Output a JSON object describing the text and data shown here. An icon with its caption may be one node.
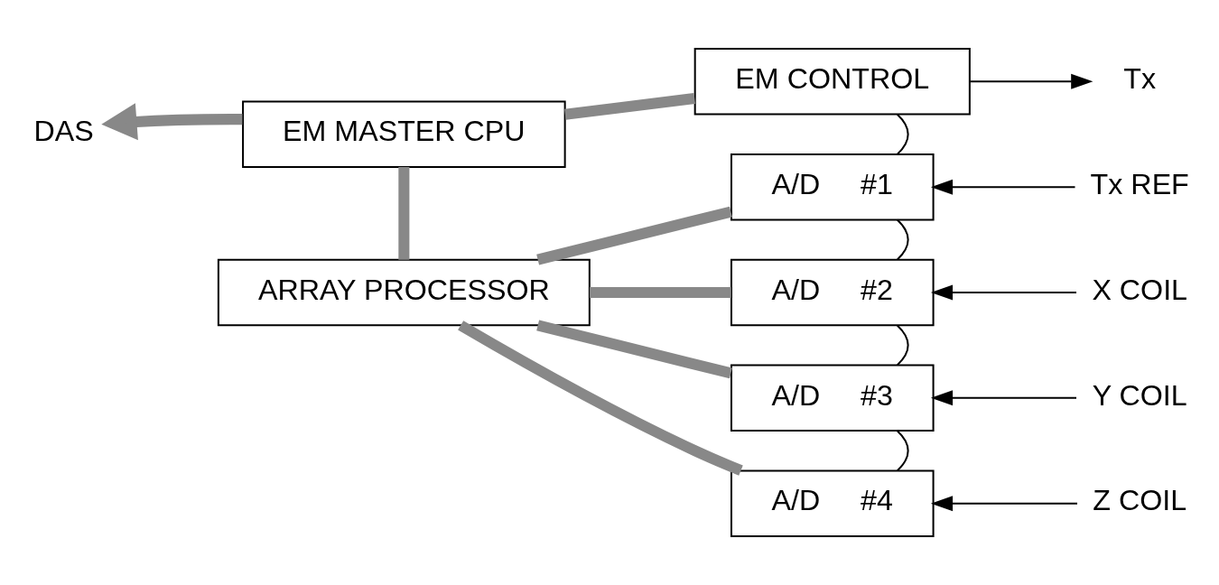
{
  "diagram": {
    "nodes": [
      {
        "text": [
          "EM MASTER CPU"
        ]
      },
      {
        "text": [
          "EM CONTROL"
        ]
      },
      {
        "text": [
          "ARRAY PROCESSOR"
        ]
      },
      {
        "text": [
          "A/D",
          "#1"
        ]
      },
      {
        "text": [
          "A/D",
          "#2"
        ]
      },
      {
        "text": [
          "A/D",
          "#3"
        ]
      },
      {
        "text": [
          "A/D",
          "#4"
        ]
      },
      {
        "text": [
          "DAS"
        ]
      },
      {
        "text": [
          "Tx"
        ]
      },
      {
        "text": [
          "Tx REF"
        ]
      },
      {
        "text": [
          "X COIL"
        ]
      },
      {
        "text": [
          "Y COIL"
        ]
      },
      {
        "text": [
          "Z COIL"
        ]
      }
    ],
    "edges": [
      {
        "from": 0,
        "to": 7,
        "arrow": "to",
        "style": "thick",
        "color": "#888888"
      },
      {
        "from": 0,
        "to": 1,
        "arrow": "none",
        "style": "thick",
        "color": "#888888"
      },
      {
        "from": 0,
        "to": 2,
        "arrow": "none",
        "style": "thick",
        "color": "#888888"
      },
      {
        "from": 1,
        "to": 8,
        "arrow": "to"
      },
      {
        "from": 1,
        "to": 3,
        "arrow": "none"
      },
      {
        "from": 9,
        "to": 3,
        "arrow": "to"
      },
      {
        "from": 2,
        "to": 3,
        "arrow": "none",
        "style": "thick",
        "color": "#888888"
      },
      {
        "from": 2,
        "to": 4,
        "arrow": "none",
        "style": "thick",
        "color": "#888888"
      },
      {
        "from": 2,
        "to": 5,
        "arrow": "none",
        "style": "thick",
        "color": "#888888"
      },
      {
        "from": 2,
        "to": 6,
        "arrow": "none",
        "style": "thick",
        "color": "#888888"
      },
      {
        "from": 3,
        "to": 4,
        "arrow": "none"
      },
      {
        "from": 4,
        "to": 5,
        "arrow": "none"
      },
      {
        "from": 5,
        "to": 6,
        "arrow": "none"
      },
      {
        "from": 10,
        "to": 4,
        "arrow": "to"
      },
      {
        "from": 11,
        "to": 5,
        "arrow": "to"
      },
      {
        "from": 12,
        "to": 6,
        "arrow": "to"
      }
    ]
  }
}
